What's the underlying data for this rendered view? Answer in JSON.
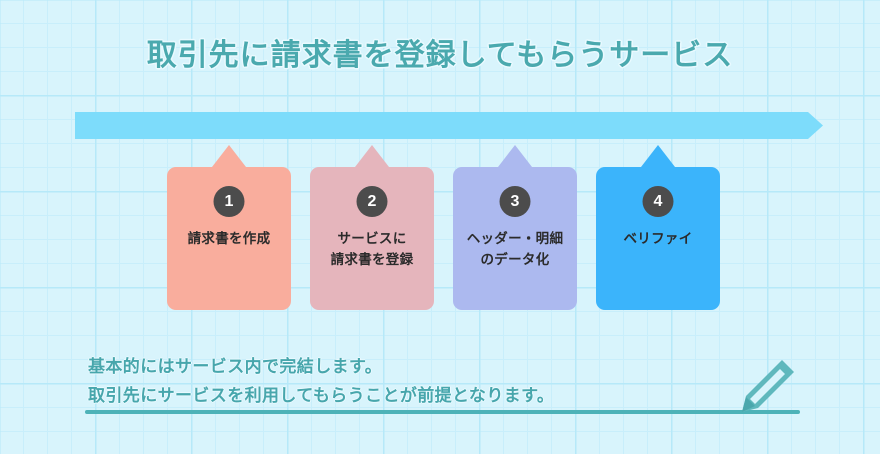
{
  "slide": {
    "title": "取引先に請求書を登録してもらうサービス",
    "background_color": "#d8f4fc",
    "grid_line_color": "#c8eefb",
    "title_color": "#4aa9ae"
  },
  "flow_arrow": {
    "name": "process-flow-arrow",
    "color": "#7ddcfb",
    "direction": "right"
  },
  "steps": [
    {
      "number": "1",
      "lines": [
        "請求書を作成"
      ],
      "color": "#f9ad9d",
      "pointer_color": "#f9ad9d"
    },
    {
      "number": "2",
      "lines": [
        "サービスに",
        "請求書を登録"
      ],
      "color": "#e5b5bc",
      "pointer_color": "#e5b5bc"
    },
    {
      "number": "3",
      "lines": [
        "ヘッダー・明細",
        "のデータ化"
      ],
      "color": "#acb9ef",
      "pointer_color": "#acb9ef"
    },
    {
      "number": "4",
      "lines": [
        "ベリファイ"
      ],
      "color": "#3bb4fb",
      "pointer_color": "#3bb4fb"
    }
  ],
  "footer": {
    "lines": [
      "基本的にはサービス内で完結します。",
      "取引先にサービスを利用してもらうことが前提となります。"
    ],
    "text_color": "#47a6ac",
    "rule_color": "#4db2b8",
    "icon": "pencil-icon",
    "icon_color": "#5fb8bd"
  }
}
